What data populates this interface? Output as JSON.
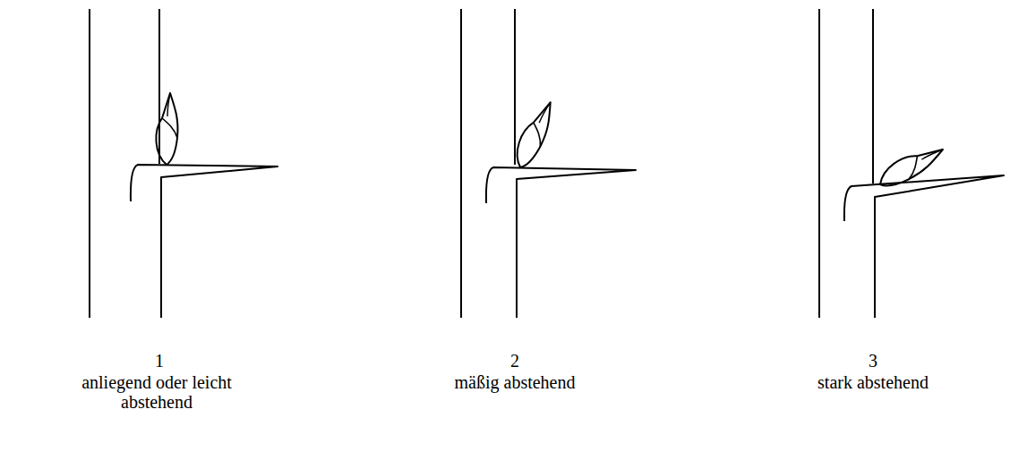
{
  "diagram": {
    "labels": [
      "1",
      "anliegend oder leicht abstehend",
      "2",
      "mäßig abstehend",
      "3",
      "stark abstehend"
    ]
  }
}
